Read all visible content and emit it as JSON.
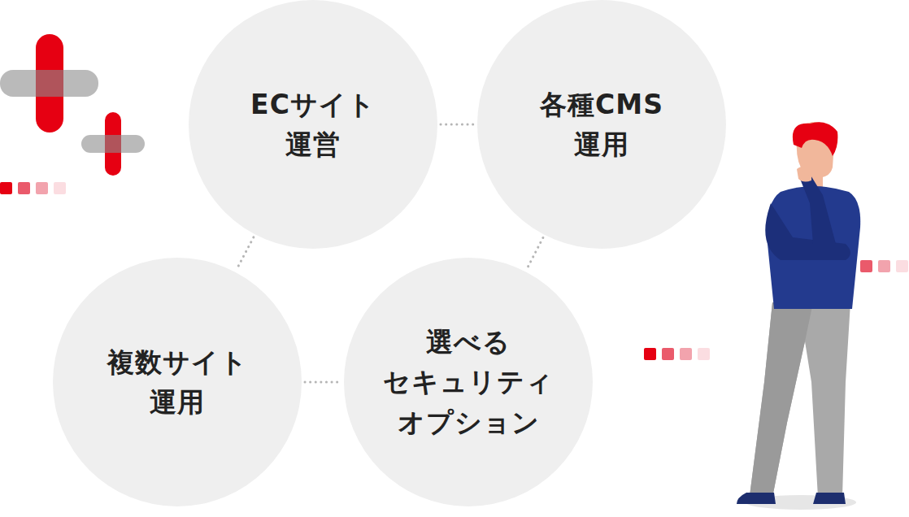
{
  "diagram": {
    "nodes": [
      {
        "text": [
          "ECサイト 運営"
        ]
      },
      {
        "text": [
          "各種CMS 運用"
        ]
      },
      {
        "text": [
          "複数サイト 運用"
        ]
      },
      {
        "text": [
          "選べる セキュリティ オプション"
        ]
      }
    ],
    "edges": [
      {
        "from": 0,
        "to": 1,
        "arrow": "none"
      },
      {
        "from": 0,
        "to": 2,
        "arrow": "none"
      },
      {
        "from": 1,
        "to": 3,
        "arrow": "none"
      },
      {
        "from": 2,
        "to": 3,
        "arrow": "none"
      }
    ]
  }
}
